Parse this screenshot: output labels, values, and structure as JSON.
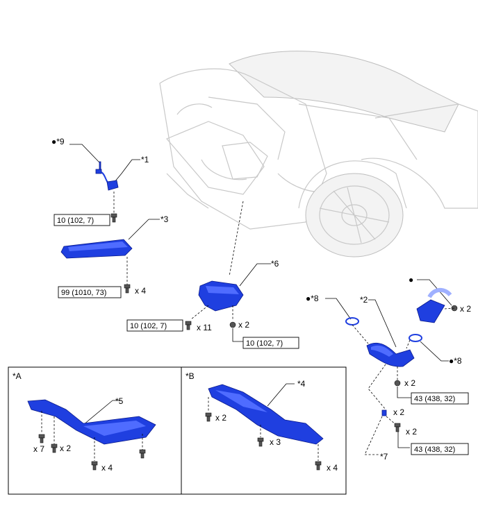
{
  "labels": {
    "p1": "*1",
    "p2": "*2",
    "p3": "*3",
    "p4": "*4",
    "p5": "*5",
    "p6": "*6",
    "p7": "*7",
    "p8a": "*8",
    "p8b": "*8",
    "p9": "*9",
    "panel_a": "*A",
    "panel_b": "*B",
    "bullet": "●"
  },
  "torques": {
    "t_p1": "10 (102, 7)",
    "t_p3": "99 (1010, 73)",
    "t_p6_left": "10 (102, 7)",
    "t_p6_right": "10 (102, 7)",
    "t_p2_upper": "43 (438, 32)",
    "t_p2_lower": "43 (438, 32)"
  },
  "qty": {
    "p3_bolts": "x 4",
    "p6_bolts": "x 11",
    "p6_nuts": "x 2",
    "elbow_nuts": "x 2",
    "p2_nuts": "x 2",
    "p7": "x 2",
    "p7_bolts": "x 2",
    "a_left": "x 7",
    "a_mid": "x 2",
    "a_bottom": "x 4",
    "b_left": "x 2",
    "b_mid": "x 3",
    "b_right": "x 4"
  },
  "colors": {
    "part": "#1f3fe0",
    "ghost": "#c8c8c8"
  }
}
